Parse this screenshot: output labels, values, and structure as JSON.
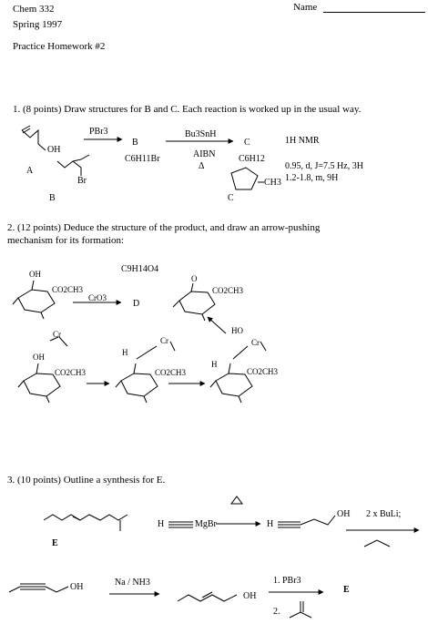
{
  "header": {
    "course": "Chem 332",
    "term": "Spring 1997",
    "title": "Practice Homework #2",
    "name_label": "Name"
  },
  "q1": {
    "prompt": "1.  (8 points) Draw structures for B and C. Each reaction is worked up in the usual way.",
    "reagent1": "PBr3",
    "label_B": "B",
    "formula_B": "C6H11Br",
    "reagent2_top": "Bu3SnH",
    "reagent2_mid": "AIBN",
    "reagent2_bot": "Δ",
    "label_C": "C",
    "formula_C": "C6H12",
    "nmr_title": "1H NMR",
    "nmr_line1": "0.95, d, J=7.5 Hz, 3H",
    "nmr_line2": "1.2-1.8, m, 9H",
    "label_A": "A",
    "oh": "OH",
    "br": "Br",
    "ans_B": "B",
    "ans_C": "C",
    "ch3": "CH3"
  },
  "q2": {
    "prompt_line1": "2.  (12 points)  Deduce the structure of the product, and draw an arrow-pushing",
    "prompt_line2": "mechanism for its formation:",
    "formula": "C9H14O4",
    "reagent": "CrO3",
    "label_D": "D",
    "co2ch3": "CO2CH3",
    "oh": "OH",
    "o": "O",
    "cr": "Cr",
    "ho": "HO",
    "h": "H"
  },
  "q3": {
    "prompt": "3. (10 points)  Outline a synthesis for E.",
    "label_E": "E",
    "grignard_h": "H",
    "grignard_mgbr": "MgBr",
    "oh": "OH",
    "h": "H",
    "step2_reagent": "2 x BuLi;",
    "step3_reagent": "Na / NH3",
    "step4_reagent1": "1. PBr3",
    "step4_reagent2": "2.",
    "final_E": "E"
  }
}
